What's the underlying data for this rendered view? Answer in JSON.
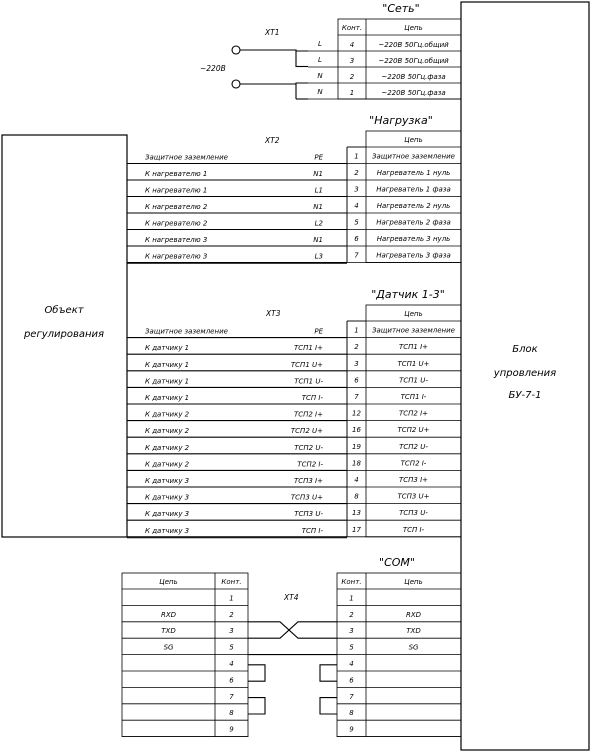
{
  "supply": {
    "title": "\"Сеть\"",
    "terminal": "XT1",
    "voltage_label": "~220В",
    "col_contact": "Конт.",
    "col_circuit": "Цепь",
    "rows": [
      {
        "mark": "L",
        "contact": "4",
        "circuit": "~220В 50Гц.общий"
      },
      {
        "mark": "L",
        "contact": "3",
        "circuit": "~220В 50Гц.общий"
      },
      {
        "mark": "N",
        "contact": "2",
        "circuit": "~220В 50Гц.фаза"
      },
      {
        "mark": "N",
        "contact": "1",
        "circuit": "~220В 50Гц.фаза"
      }
    ]
  },
  "object_block": {
    "line1": "Объект",
    "line2": "регулирования"
  },
  "control_block": {
    "line1": "Блок",
    "line2": "упровления",
    "line3": "БУ-7-1"
  },
  "load": {
    "title": "\"Нагрузка\"",
    "terminal": "XT2",
    "col_circuit": "Цепь",
    "rows": [
      {
        "left": "Защитное заземление",
        "mark": "PE",
        "contact": "1",
        "circuit": "Защитное заземление"
      },
      {
        "left": "К нагревателю 1",
        "mark": "N1",
        "contact": "2",
        "circuit": "Нагреватель 1 нуль"
      },
      {
        "left": "К нагревателю 1",
        "mark": "L1",
        "contact": "3",
        "circuit": "Нагреватель 1 фаза"
      },
      {
        "left": "К нагревателю 2",
        "mark": "N1",
        "contact": "4",
        "circuit": "Нагреватель 2 нуль"
      },
      {
        "left": "К нагревателю 2",
        "mark": "L2",
        "contact": "5",
        "circuit": "Нагреватель 2 фаза"
      },
      {
        "left": "К нагревателю 3",
        "mark": "N1",
        "contact": "6",
        "circuit": "Нагреватель 3 нуль"
      },
      {
        "left": "К нагревателю 3",
        "mark": "L3",
        "contact": "7",
        "circuit": "Нагреватель 3 фаза"
      }
    ]
  },
  "sensor": {
    "title": "\"Датчик 1-3\"",
    "terminal": "XT3",
    "col_circuit": "Цепь",
    "rows": [
      {
        "left": "Защитное заземление",
        "mark": "PE",
        "contact": "1",
        "circuit": "Защитное заземление"
      },
      {
        "left": "К датчику 1",
        "mark": "ТСП1 I+",
        "contact": "2",
        "circuit": "ТСП1 I+"
      },
      {
        "left": "К датчику 1",
        "mark": "ТСП1 U+",
        "contact": "3",
        "circuit": "ТСП1 U+"
      },
      {
        "left": "К датчику 1",
        "mark": "ТСП1 U-",
        "contact": "6",
        "circuit": "ТСП1 U-"
      },
      {
        "left": "К датчику 1",
        "mark": "ТСП I-",
        "contact": "7",
        "circuit": "ТСП1 I-"
      },
      {
        "left": "К датчику 2",
        "mark": "ТСП2 I+",
        "contact": "12",
        "circuit": "ТСП2 I+"
      },
      {
        "left": "К датчику 2",
        "mark": "ТСП2 U+",
        "contact": "16",
        "circuit": "ТСП2 U+"
      },
      {
        "left": "К датчику 2",
        "mark": "ТСП2 U-",
        "contact": "19",
        "circuit": "ТСП2 U-"
      },
      {
        "left": "К датчику 2",
        "mark": "ТСП2 I-",
        "contact": "18",
        "circuit": "ТСП2 I-"
      },
      {
        "left": "К датчику 3",
        "mark": "ТСП3 I+",
        "contact": "4",
        "circuit": "ТСП3 I+"
      },
      {
        "left": "К датчику 3",
        "mark": "ТСП3 U+",
        "contact": "8",
        "circuit": "ТСП3 U+"
      },
      {
        "left": "К датчику 3",
        "mark": "ТСП3 U-",
        "contact": "13",
        "circuit": "ТСП3 U-"
      },
      {
        "left": "К датчику 3",
        "mark": "ТСП I-",
        "contact": "17",
        "circuit": "ТСП I-"
      }
    ]
  },
  "com": {
    "title": "\"COM\"",
    "terminal": "XT4",
    "col_circuit": "Цепь",
    "col_contact": "Конт.",
    "rows": [
      {
        "left_circuit": "",
        "left_contact": "1",
        "right_contact": "1",
        "right_circuit": ""
      },
      {
        "left_circuit": "RXD",
        "left_contact": "2",
        "right_contact": "2",
        "right_circuit": "RXD"
      },
      {
        "left_circuit": "TXD",
        "left_contact": "3",
        "right_contact": "3",
        "right_circuit": "TXD"
      },
      {
        "left_circuit": "SG",
        "left_contact": "5",
        "right_contact": "5",
        "right_circuit": "SG"
      },
      {
        "left_circuit": "",
        "left_contact": "4",
        "right_contact": "4",
        "right_circuit": ""
      },
      {
        "left_circuit": "",
        "left_contact": "6",
        "right_contact": "6",
        "right_circuit": ""
      },
      {
        "left_circuit": "",
        "left_contact": "7",
        "right_contact": "7",
        "right_circuit": ""
      },
      {
        "left_circuit": "",
        "left_contact": "8",
        "right_contact": "8",
        "right_circuit": ""
      },
      {
        "left_circuit": "",
        "left_contact": "9",
        "right_contact": "9",
        "right_circuit": ""
      }
    ]
  }
}
